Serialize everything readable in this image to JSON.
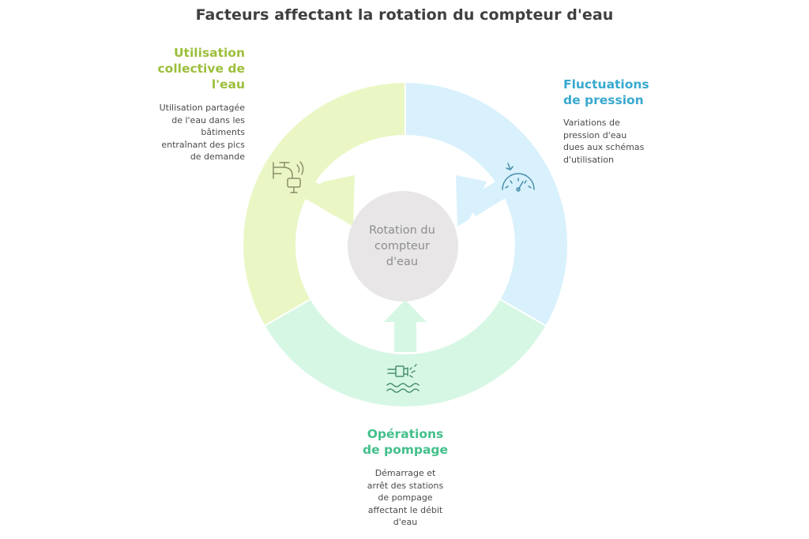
{
  "title": "Facteurs affectant la rotation du compteur d'eau",
  "center": {
    "lines": [
      "Rotation du",
      "compteur",
      "d'eau"
    ]
  },
  "factors": [
    {
      "heading_lines": [
        "Utilisation",
        "collective de",
        "l'eau"
      ],
      "description_lines": [
        "Utilisation partagée",
        "de l'eau dans les",
        "bâtiments",
        "entraînant des pics",
        "de demande"
      ],
      "icon": "faucet-icon",
      "segment_color": "#eaf7c5",
      "heading_color": "#9cbf3b"
    },
    {
      "heading_lines": [
        "Fluctuations",
        "de pression"
      ],
      "description_lines": [
        "Variations de",
        "pression d'eau",
        "dues aux schémas",
        "d'utilisation"
      ],
      "icon": "pressure-gauge-icon",
      "segment_color": "#d8f1fc",
      "heading_color": "#38a9cf"
    },
    {
      "heading_lines": [
        "Opérations",
        "de pompage"
      ],
      "description_lines": [
        "Démarrage et",
        "arrêt des stations",
        "de pompage",
        "affectant le débit",
        "d'eau"
      ],
      "icon": "water-pump-icon",
      "segment_color": "#d6f7e4",
      "heading_color": "#43c08b"
    }
  ]
}
